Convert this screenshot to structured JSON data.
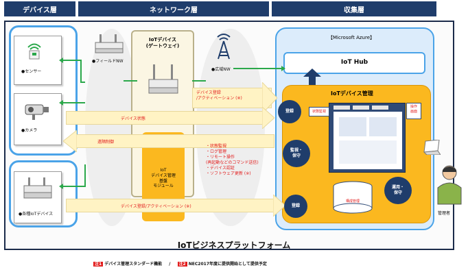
{
  "headers": {
    "device_layer": "デバイス層",
    "network_layer": "ネットワーク層",
    "cloud_layer": "収集層"
  },
  "devices": {
    "sensor": "●センサー",
    "camera": "●カメラ",
    "other": "●各種IoTデバイス"
  },
  "network": {
    "field_nw": "●フィールドNW",
    "wide_nw": "●広域NW"
  },
  "gateway": {
    "title": "IoTデバイス\n(ゲートウェイ)",
    "module": "IoT\nデバイス管理\n基盤\nモジュール"
  },
  "cloud": {
    "azure_label": "【Microsoft Azure】",
    "iot_hub": "IoT Hub",
    "mgmt_title": "IoTデバイス管理",
    "console_label": "状態監視",
    "side_label": "操作\n画面",
    "db_label": "構成管理"
  },
  "flows": {
    "register_top": "デバイス登録\n/アクティベーション (※)",
    "status": "デバイス状態",
    "control": "遠隔制御",
    "ops_list": "・状態監視\n・ログ管理\n・リモート操作\n (再起動などのコマンド送信)\n・デバイス認証\n・ソフトウェア更新 (※)",
    "register_bottom": "デバイス登録/アクティベーション (※)"
  },
  "circles": {
    "register1": "登録",
    "monitor": "監視・\n保守",
    "operate": "運用・\n保守",
    "register2": "登録"
  },
  "operator": "管理者",
  "platform_title": "IoTビジネスプラットフォーム",
  "footer": {
    "note1_tag": "注1",
    "note1_text": "デバイス管理スタンダード機能",
    "sep": "/",
    "note2_tag": "注2",
    "note2_text": "NEC2017年度に提供開始として提供予定"
  },
  "colors": {
    "header_bg": "#1f3d6b",
    "azure_border": "#4aa3e8",
    "mgmt_orange": "#fbb81f",
    "arrow_yellow": "#fff3c4",
    "accent_red": "#e21b1b",
    "link_green": "#2aa84a"
  }
}
